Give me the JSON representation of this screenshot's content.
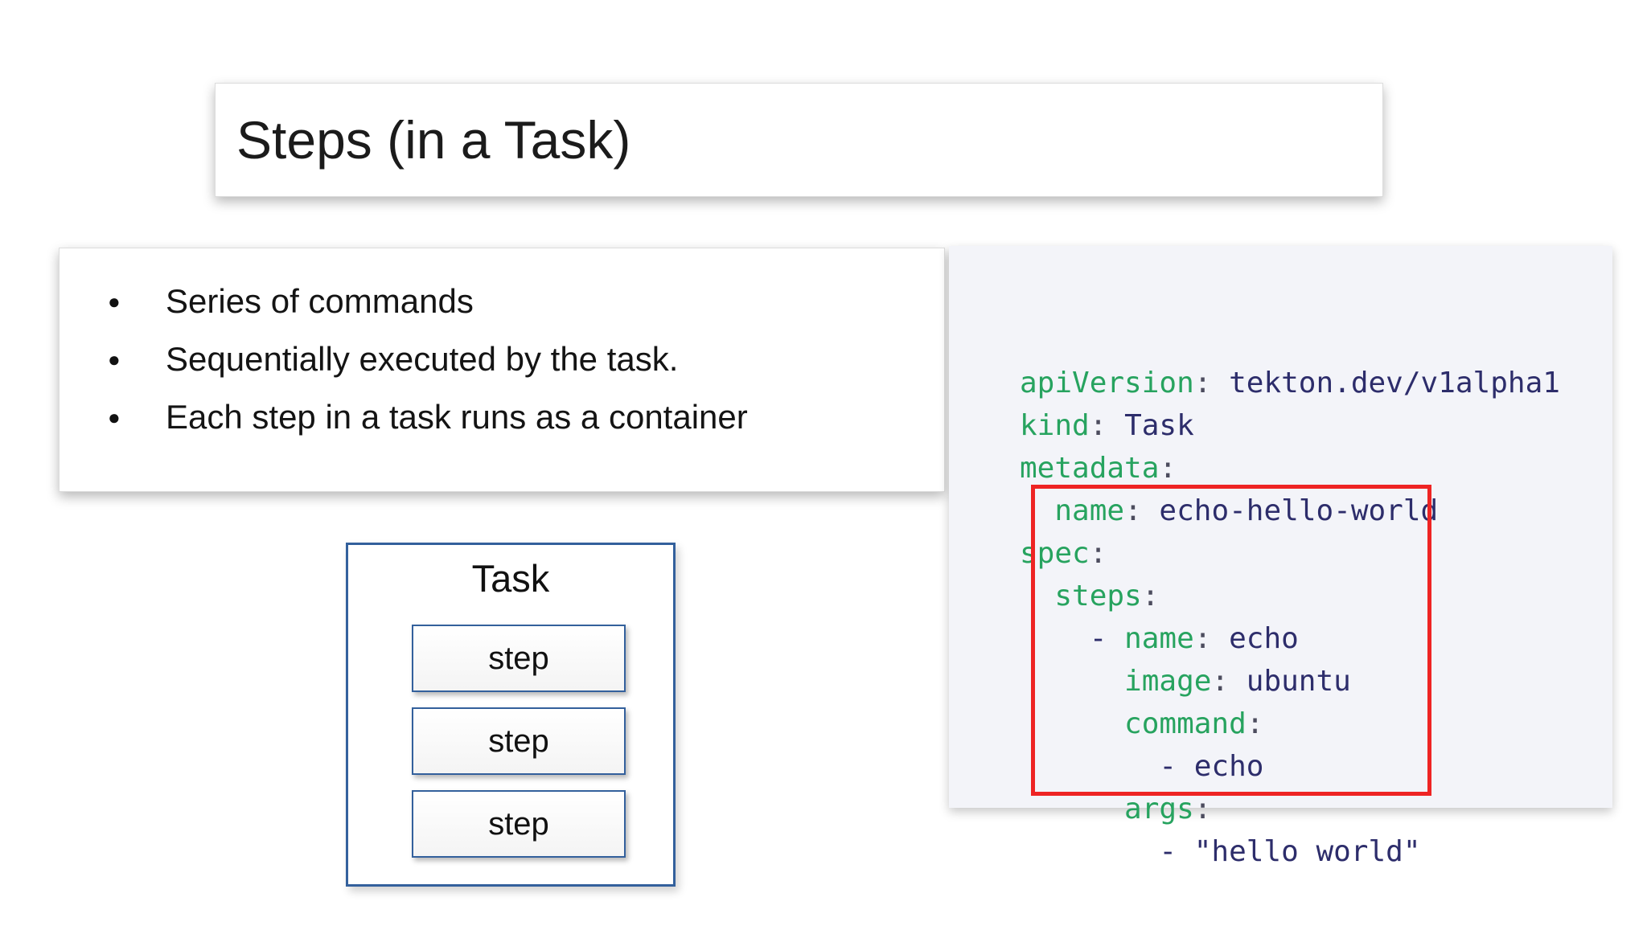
{
  "title": "Steps (in a Task)",
  "bullets": [
    "Series of commands",
    "Sequentially executed by the task.",
    "Each step in a task runs as a container"
  ],
  "diagram": {
    "label": "Task",
    "steps": [
      "step",
      "step",
      "step"
    ]
  },
  "code": {
    "lines": [
      {
        "tokens": [
          {
            "text": "apiVersion",
            "type": "key"
          },
          {
            "text": ": ",
            "type": "punc"
          },
          {
            "text": "tekton.dev/v1alpha1",
            "type": "value"
          }
        ]
      },
      {
        "tokens": [
          {
            "text": "kind",
            "type": "key"
          },
          {
            "text": ": ",
            "type": "punc"
          },
          {
            "text": "Task",
            "type": "value"
          }
        ]
      },
      {
        "tokens": [
          {
            "text": "metadata",
            "type": "key"
          },
          {
            "text": ":",
            "type": "punc"
          }
        ]
      },
      {
        "tokens": [
          {
            "text": "  ",
            "type": "plain"
          },
          {
            "text": "name",
            "type": "key"
          },
          {
            "text": ": ",
            "type": "punc"
          },
          {
            "text": "echo-hello-world",
            "type": "value"
          }
        ]
      },
      {
        "tokens": [
          {
            "text": "spec",
            "type": "key"
          },
          {
            "text": ":",
            "type": "punc"
          }
        ]
      },
      {
        "tokens": [
          {
            "text": "  ",
            "type": "plain"
          },
          {
            "text": "steps",
            "type": "key"
          },
          {
            "text": ":",
            "type": "punc"
          }
        ]
      },
      {
        "tokens": [
          {
            "text": "    ",
            "type": "plain"
          },
          {
            "text": "- ",
            "type": "value"
          },
          {
            "text": "name",
            "type": "key"
          },
          {
            "text": ": ",
            "type": "punc"
          },
          {
            "text": "echo",
            "type": "value"
          }
        ]
      },
      {
        "tokens": [
          {
            "text": "      ",
            "type": "plain"
          },
          {
            "text": "image",
            "type": "key"
          },
          {
            "text": ": ",
            "type": "punc"
          },
          {
            "text": "ubuntu",
            "type": "value"
          }
        ]
      },
      {
        "tokens": [
          {
            "text": "      ",
            "type": "plain"
          },
          {
            "text": "command",
            "type": "key"
          },
          {
            "text": ":",
            "type": "punc"
          }
        ]
      },
      {
        "tokens": [
          {
            "text": "        ",
            "type": "plain"
          },
          {
            "text": "- echo",
            "type": "value"
          }
        ]
      },
      {
        "tokens": [
          {
            "text": "      ",
            "type": "plain"
          },
          {
            "text": "args",
            "type": "key"
          },
          {
            "text": ":",
            "type": "punc"
          }
        ]
      },
      {
        "tokens": [
          {
            "text": "        ",
            "type": "plain"
          },
          {
            "text": "- \"hello world\"",
            "type": "value"
          }
        ]
      }
    ]
  },
  "colors": {
    "key_green": "#27a35f",
    "value_navy": "#2d2d6b",
    "punctuation": "#4c4c5e",
    "highlight_red": "#ee2424",
    "diagram_blue": "#33609c",
    "code_background": "#f3f4f9"
  }
}
